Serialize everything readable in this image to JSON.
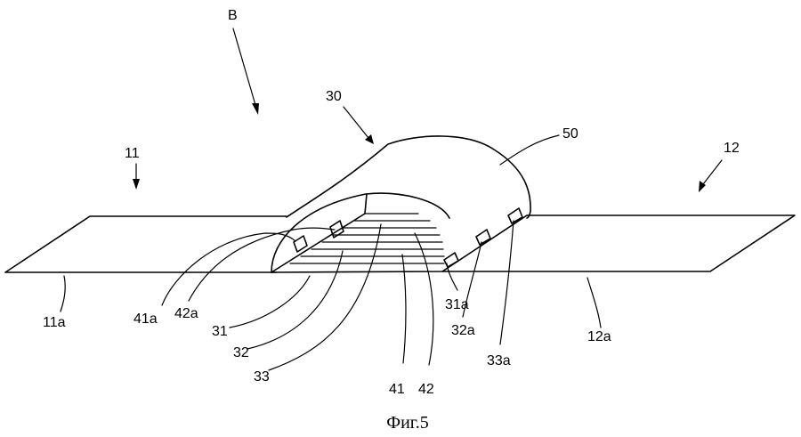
{
  "figure": {
    "caption": "Фиг.5",
    "labels": {
      "B": "B",
      "n30": "30",
      "n50": "50",
      "n11": "11",
      "n12": "12",
      "n11a": "11a",
      "n41a": "41a",
      "n42a": "42a",
      "n31": "31",
      "n32": "32",
      "n33": "33",
      "n41": "41",
      "n42": "42",
      "n31a": "31a",
      "n32a": "32a",
      "n33a": "33a",
      "n12a": "12a"
    }
  }
}
